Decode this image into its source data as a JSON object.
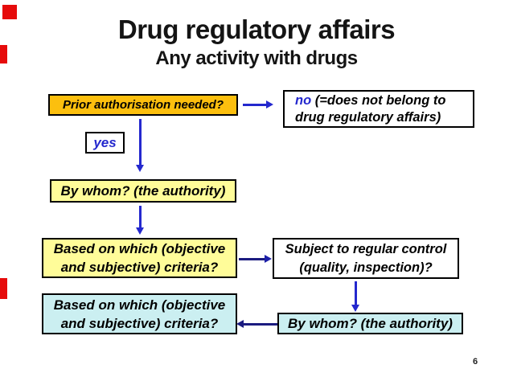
{
  "slide": {
    "title": "Drug regulatory affairs",
    "subtitle": "Any activity with drugs",
    "page_number": "6"
  },
  "boxes": {
    "prior": "Prior authorisation needed?",
    "yes": "yes",
    "no": {
      "word": "no",
      "line1_rest": " (=does not belong to",
      "line2": "drug regulatory affairs)"
    },
    "by_whom_1": "By whom? (the authority)",
    "criteria_yellow": {
      "line1": "Based on which (objective",
      "line2": "and subjective) criteria?"
    },
    "subject_control": {
      "line1": "Subject to regular control",
      "line2": "(quality, inspection)?"
    },
    "criteria_cyan": {
      "line1": "Based on which (objective",
      "line2": "and subjective) criteria?"
    },
    "by_whom_2": "By whom? (the authority)"
  },
  "colors": {
    "background": "#FFFFFF",
    "title_text": "#141414",
    "box_border": "#000000",
    "orange_fill": "#FCBF0E",
    "yellow_fill": "#FFFC99",
    "cyan_fill": "#CBEFF1",
    "white_fill": "#FFFFFF",
    "arrow_blue": "#2428CE",
    "arrow_navy": "#1B1B80",
    "blue_text": "#2428CE",
    "red_mark": "#E60B0B"
  },
  "decorations": {
    "red_marks": [
      "top-left-square",
      "left-edge-bar-upper",
      "left-edge-bar-lower"
    ]
  }
}
